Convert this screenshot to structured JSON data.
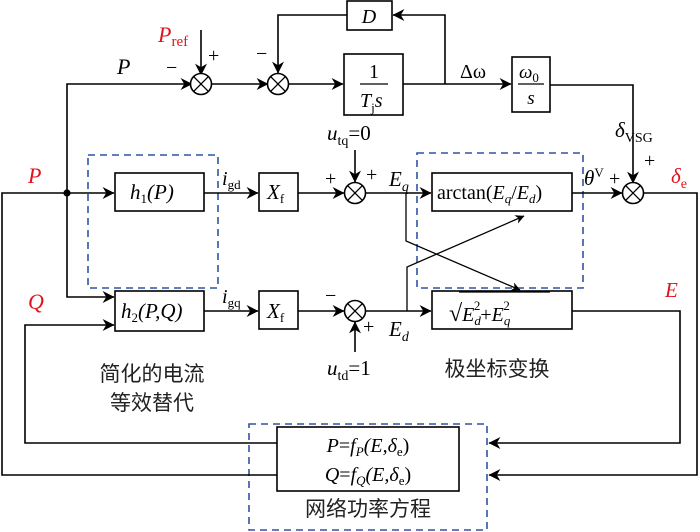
{
  "diagram": {
    "title": "VSG simplified control block diagram with polar transformation",
    "colors": {
      "line": "#000000",
      "group_border": "#2f55a4",
      "highlight": "#e0141e",
      "label": "#222222"
    },
    "inputs": {
      "p_ref": {
        "main": "P",
        "sub": "ref"
      },
      "p_feedback": "P",
      "p_signal": "P",
      "q_signal": "Q"
    },
    "blocks": {
      "damping": "D",
      "inertia": {
        "num": "1",
        "den_main": "T",
        "den_sub": "j",
        "den_var": "s"
      },
      "integrator": {
        "num_main": "ω",
        "num_sub": "0",
        "den": "s"
      },
      "h1": {
        "main": "h",
        "sub": "1",
        "arg": "(P)"
      },
      "h2": {
        "main": "h",
        "sub": "2",
        "arg": "(P,Q)"
      },
      "xf_top": {
        "main": "X",
        "sub": "f"
      },
      "xf_bottom": {
        "main": "X",
        "sub": "f"
      },
      "arctan": {
        "fn": "arctan(",
        "a": "E",
        "a_sub": "q",
        "slash": "/",
        "b": "E",
        "b_sub": "d",
        "close": ")"
      },
      "magnitude": {
        "radical": "√",
        "a": "E",
        "a_sub": "d",
        "a_sup": "2",
        "plus": "+",
        "b": "E",
        "b_sub": "q",
        "b_sup": "2"
      },
      "network": {
        "line1": {
          "lhs": "P",
          "eq": "=",
          "f": "f",
          "f_sub": "P",
          "args_open": "(E,",
          "delta": "δ",
          "delta_sub": "e",
          "args_close": ")"
        },
        "line2": {
          "lhs": "Q",
          "eq": "=",
          "f": "f",
          "f_sub": "Q",
          "args_open": "(E,",
          "delta": "δ",
          "delta_sub": "e",
          "args_close": ")"
        }
      }
    },
    "signals": {
      "delta_omega": "Δω",
      "delta_vsg": {
        "main": "δ",
        "sub": "VSG"
      },
      "delta_e": {
        "main": "δ",
        "sub": "e"
      },
      "theta_v": {
        "main": "θ",
        "sup": "V"
      },
      "i_gd": {
        "main": "i",
        "sub": "gd"
      },
      "i_gq": {
        "main": "i",
        "sub": "gq"
      },
      "e_q": {
        "main": "E",
        "sub": "q"
      },
      "e_d": {
        "main": "E",
        "sub": "d"
      },
      "e_mag": "E",
      "u_tq": {
        "main": "u",
        "sub": "tq",
        "value": "=0"
      },
      "u_td": {
        "main": "u",
        "sub": "td",
        "value": "=1"
      }
    },
    "signs": {
      "sum1_p": "−",
      "sum1_pref": "+",
      "sum2_d": "−",
      "sum3_x": "+",
      "sum3_u": "+",
      "sum4_x": "−",
      "sum4_u": "+",
      "sum5_theta": "+",
      "sum5_delta": "+"
    },
    "groups": {
      "current_equiv": {
        "line1": "简化的电流",
        "line2": "等效替代"
      },
      "polar": "极坐标变换",
      "network": "网络功率方程"
    }
  }
}
